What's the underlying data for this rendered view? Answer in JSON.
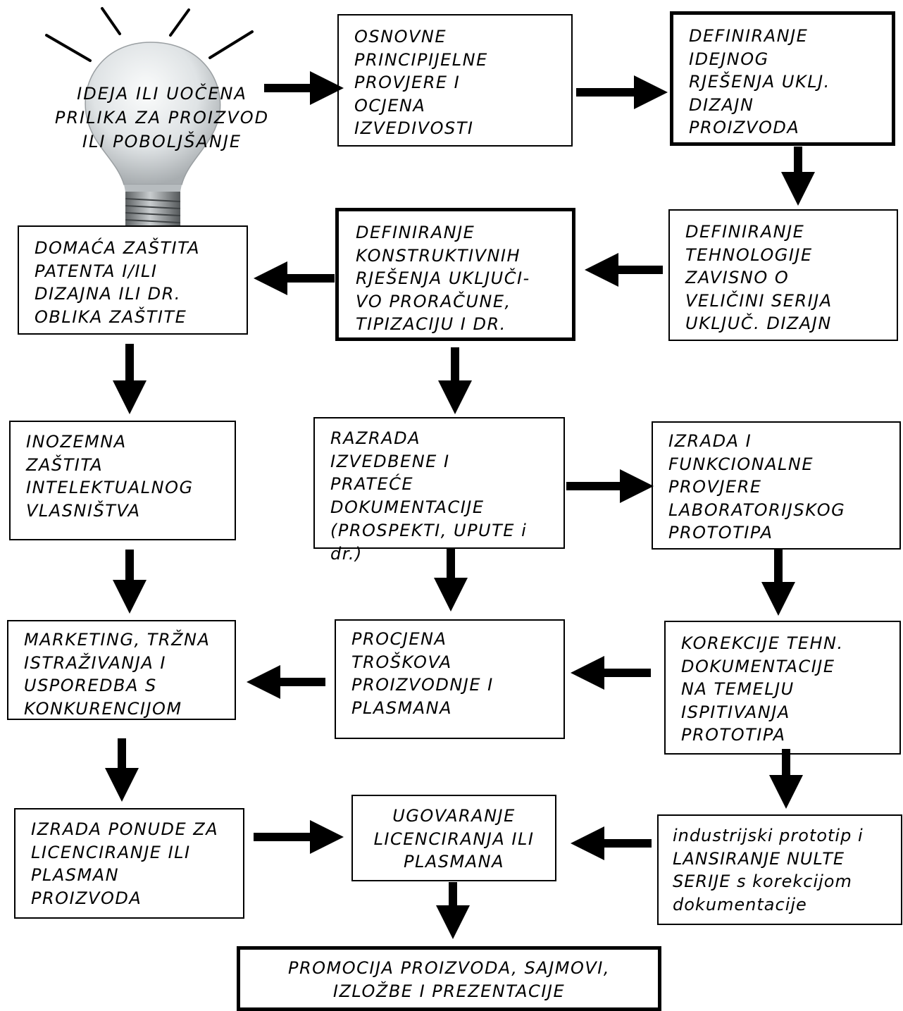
{
  "idea": {
    "text": "IDEJA ILI UOČENA\nPRILIKA ZA PROIZVOD\nILI POBOLJŠANJE"
  },
  "boxes": {
    "osnovne": "OSNOVNE\nPRINCIPIJELNE\nPROVJERE I\nOCJENA\nIZVEDIVOSTI",
    "definiranje_idejnog": "DEFINIRANJE\nIDEJNOG\nRJEŠENJA UKLJ.\nDIZAJN\nPROIZVODA",
    "definiranje_tehnologije": "DEFINIRANJE\nTEHNOLOGIJE\nZAVISNO O\nVELIČINI SERIJA\nUKLJUČ. DIZAJN",
    "definiranje_konstruktivnih": "DEFINIRANJE\nKONSTRUKTIVNIH\nRJEŠENJA UKLJUČI-\nVO PRORAČUNE,\nTIPIZACIJU I DR.",
    "domaca_zastita": "DOMAĆA ZAŠTITA\nPATENTA I/ILI\nDIZAJNA ILI DR.\nOBLIKA ZAŠTITE",
    "inozemna_zastita": "INOZEMNA\nZAŠTITA\nINTELEKTUALNOG\nVLASNIŠTVA",
    "razrada": "RAZRADA\nIZVEDBENE I\nPRATEĆE\nDOKUMENTACIJE",
    "razrada_note": "(PROSPEKTI, UPUTE i dr.)",
    "izrada_prototipa": "IZRADA I\nFUNKCIONALNE\nPROVJERE\nLABORATORIJSKOG\nPROTOTIPA",
    "marketing": "MARKETING, TRŽNA\nISTRAŽIVANJA I\nUSPOREDBA S\nKONKURENCIJOM",
    "procjena": "PROCJENA\nTROŠKOVA\nPROIZVODNJE I\nPLASMANA",
    "korekcije": "KOREKCIJE TEHN.\nDOKUMENTACIJE\nNA TEMELJU\nISPITIVANJA\nPROTOTIPA",
    "izrada_ponude": "IZRADA PONUDE ZA\nLICENCIRANJE ILI\nPLASMAN\nPROIZVODA",
    "ugovaranje": "UGOVARANJE\nLICENCIRANJA ILI\nPLASMANA",
    "industrijski": "industrijski prototip i\nLANSIRANJE NULTE\nSERIJE s korekcijom\ndokumentacije",
    "promocija": "PROMOCIJA PROIZVODA, SAJMOVI,\nIZLOŽBE I PREZENTACIJE"
  },
  "colors": {
    "stroke": "#000000",
    "background": "#ffffff",
    "bulb_glass": "#d8dcde",
    "bulb_base": "#8a8e90"
  },
  "icons": {
    "idea": "light-bulb-icon"
  }
}
